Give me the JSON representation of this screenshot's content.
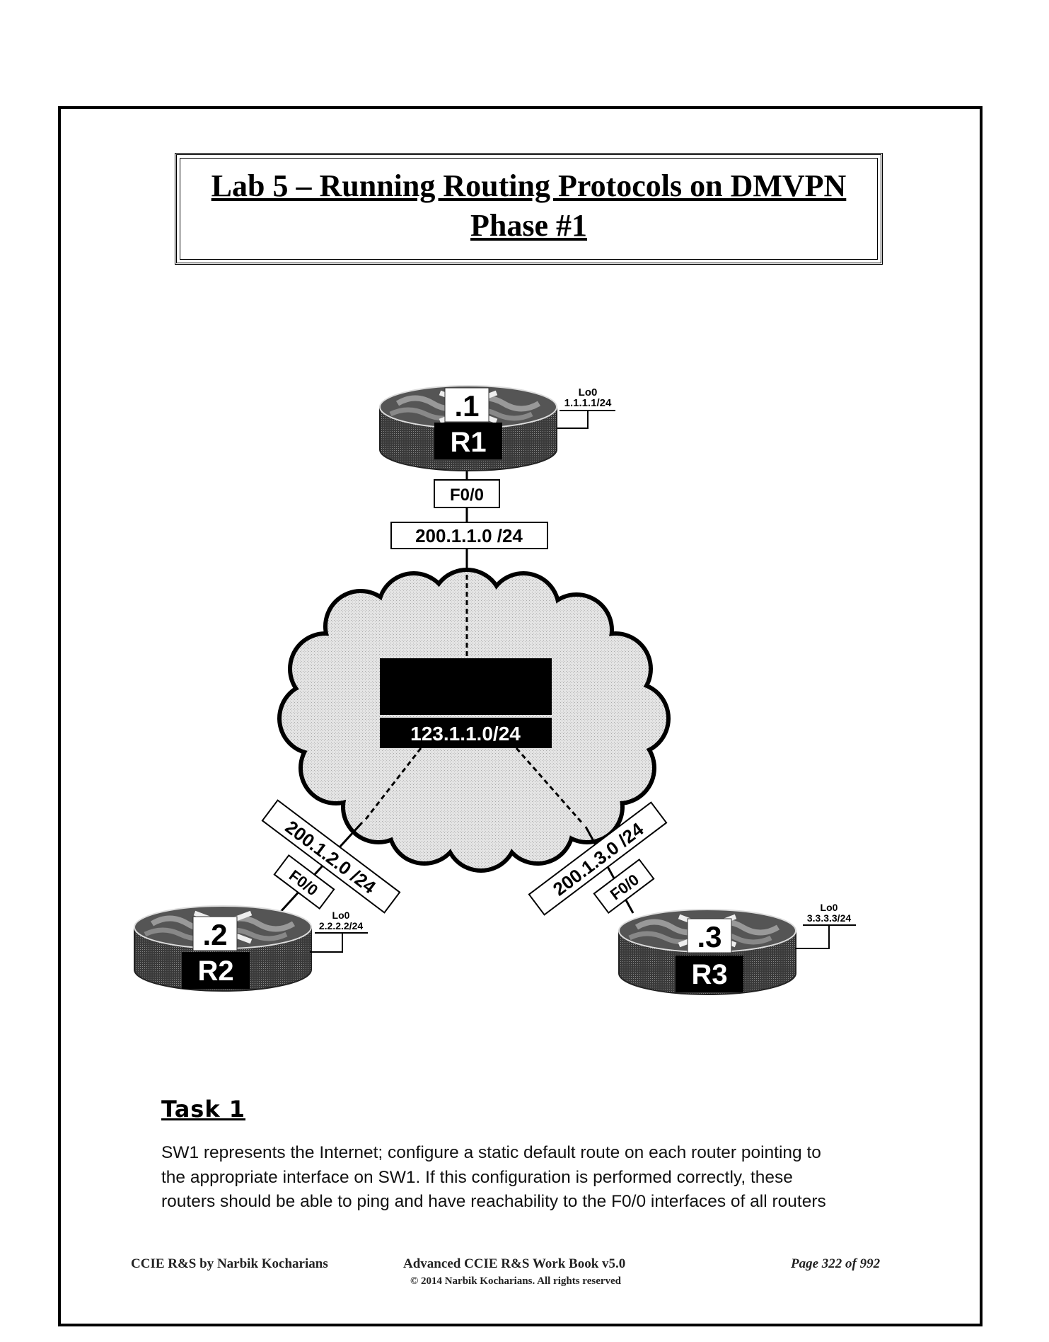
{
  "title": {
    "line1": "Lab 5 – Running Routing Protocols on DMVPN",
    "line2": "Phase #1"
  },
  "diagram": {
    "r1": {
      "name": "R1",
      "host": ".1",
      "lo_label": "Lo0",
      "lo_ip": "1.1.1.1/24",
      "iface": "F0/0",
      "subnet": "200.1.1.0 /24"
    },
    "r2": {
      "name": "R2",
      "host": ".2",
      "lo_label": "Lo0",
      "lo_ip": "2.2.2.2/24",
      "iface": "F0/0",
      "subnet": "200.1.2.0 /24"
    },
    "r3": {
      "name": "R3",
      "host": ".3",
      "lo_label": "Lo0",
      "lo_ip": "3.3.3.3/24",
      "iface": "F0/0",
      "subnet": "200.1.3.0 /24"
    },
    "cloud_subnet": "123.1.1.0/24"
  },
  "task": {
    "heading": "Task 1",
    "lines": [
      "SW1 represents the Internet; configure a static default route on each router pointing to",
      "the appropriate interface on SW1. If this configuration is performed correctly, these",
      "routers should be able to ping and have reachability to the F0/0 interfaces of all routers"
    ]
  },
  "footer": {
    "author": "CCIE R&S by Narbik Kocharians",
    "book": "Advanced CCIE R&S Work Book v5.0",
    "copyright": "© 2014 Narbik Kocharians. All rights reserved",
    "page": "Page 322 of 992"
  }
}
